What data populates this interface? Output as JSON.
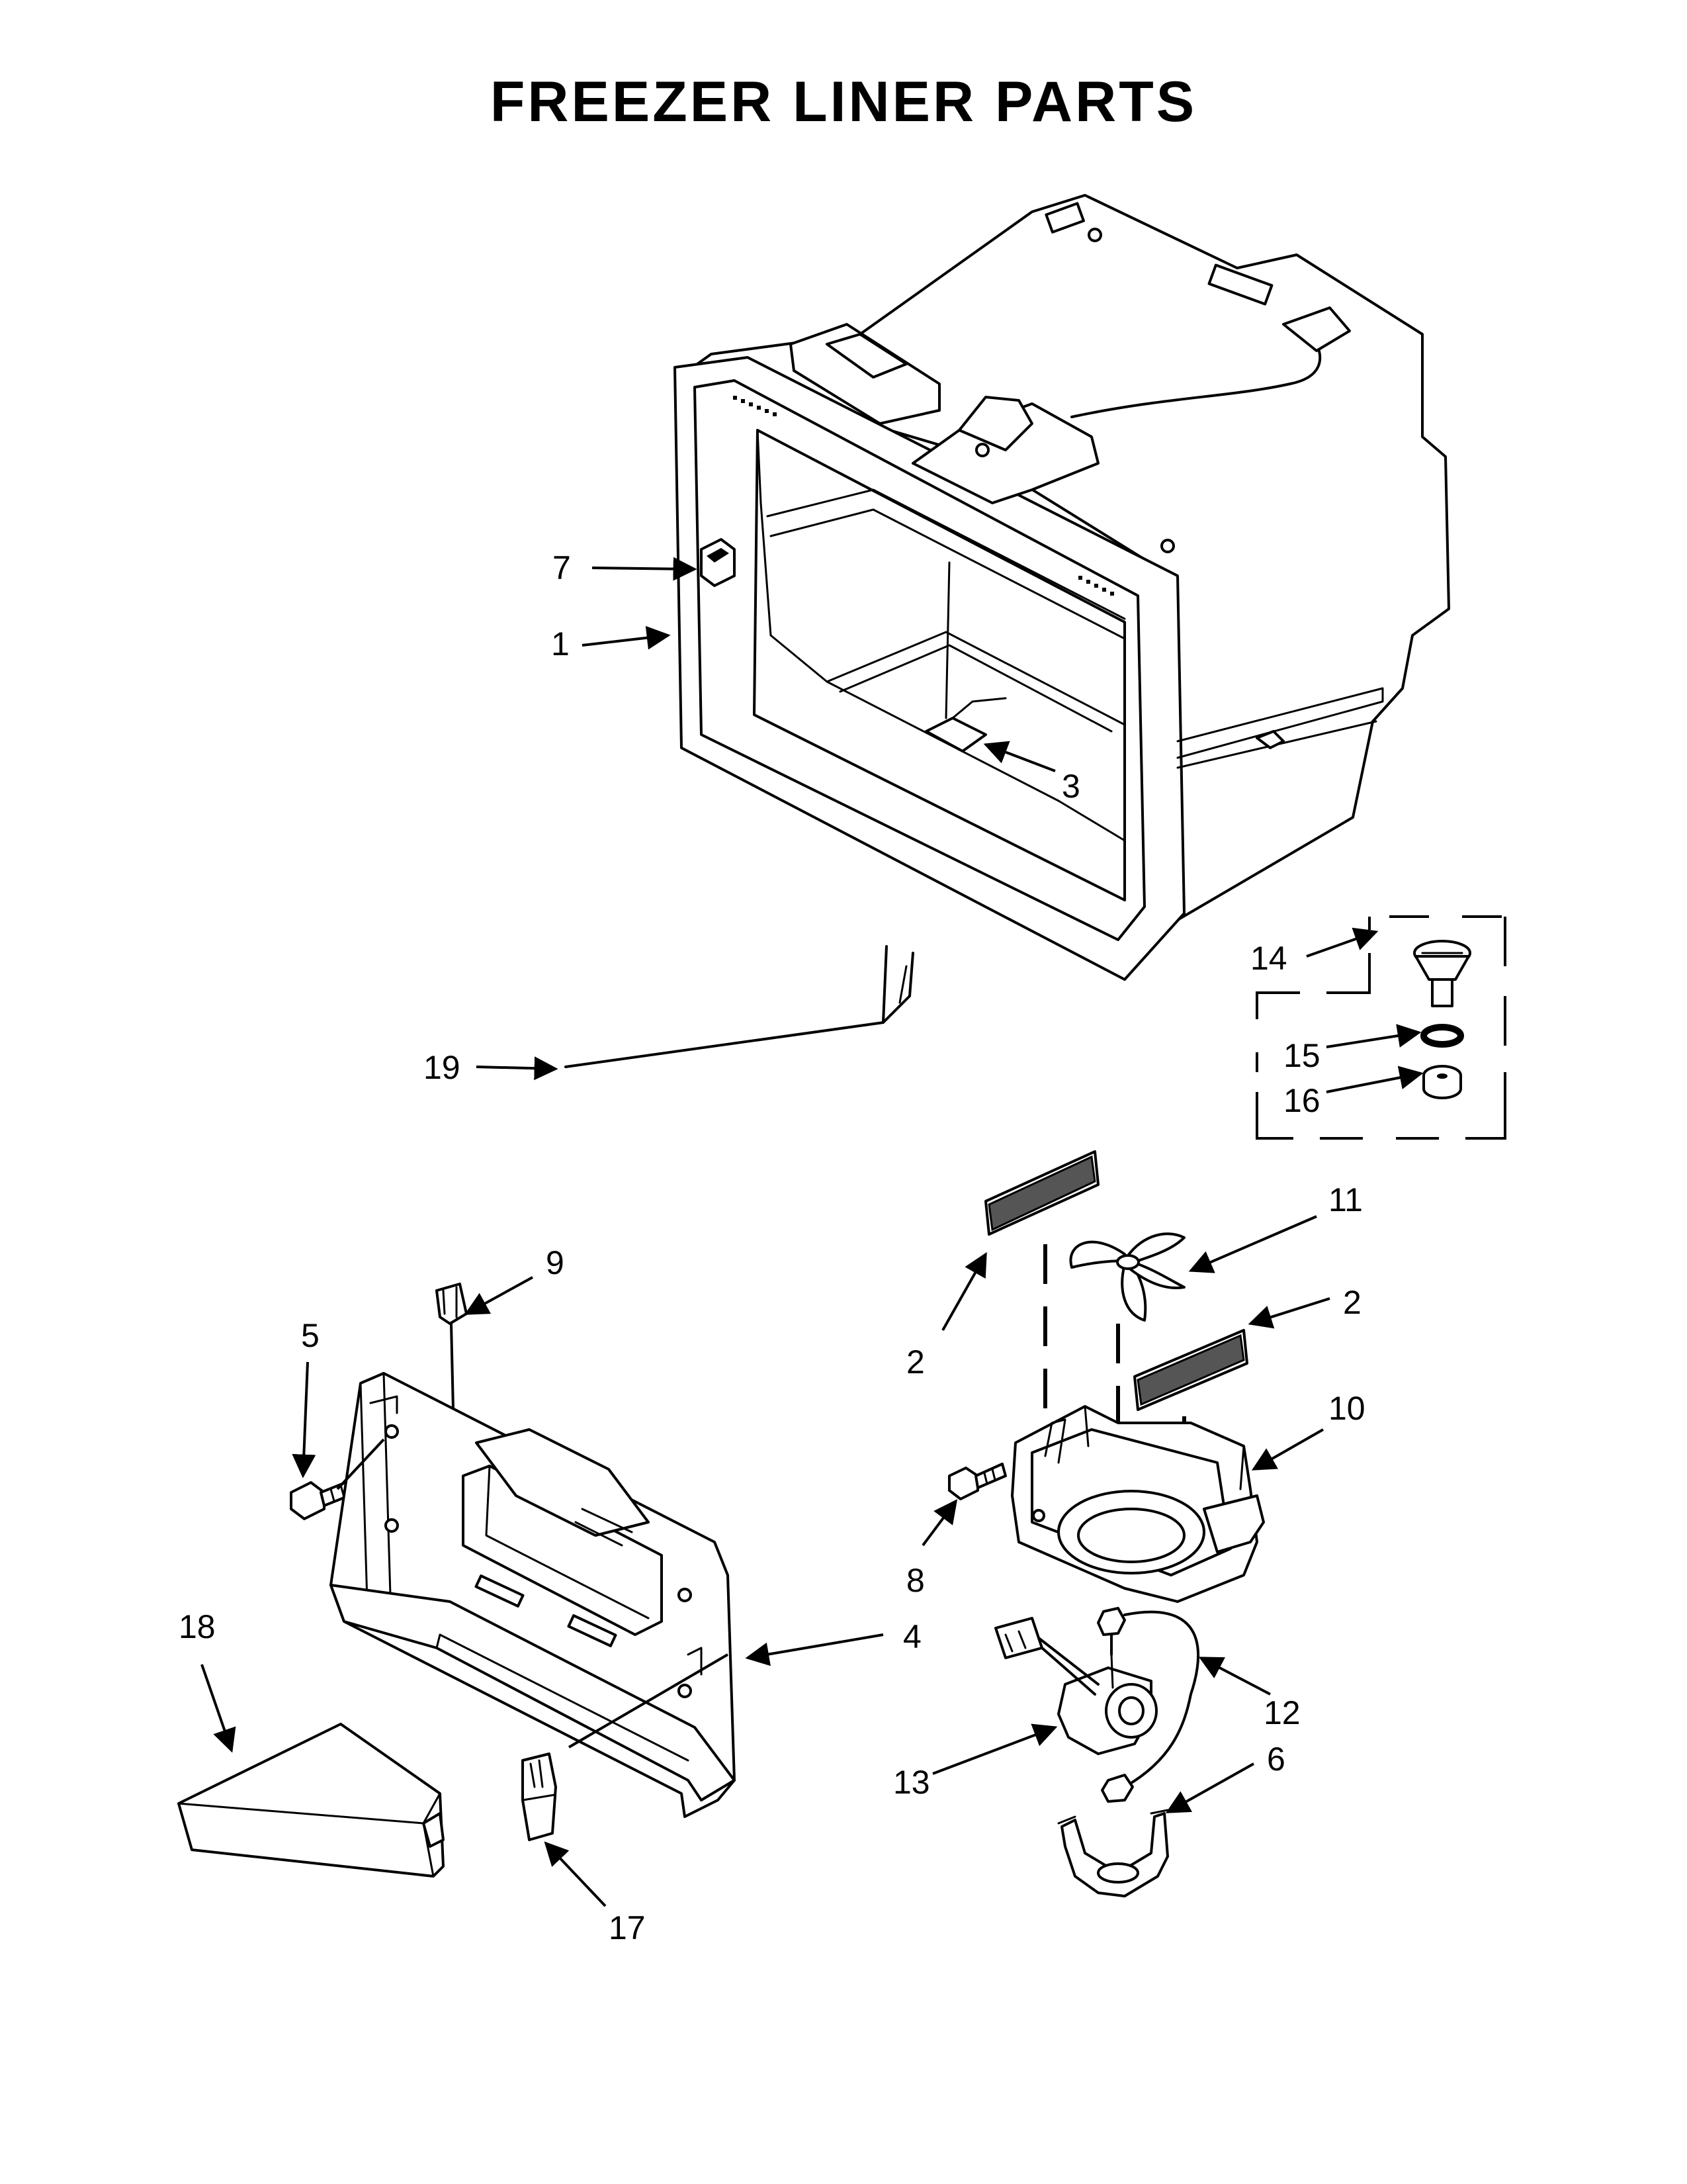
{
  "title": "FREEZER LINER PARTS",
  "callouts": [
    {
      "id": "c7",
      "text": "7"
    },
    {
      "id": "c1",
      "text": "1"
    },
    {
      "id": "c3",
      "text": "3"
    },
    {
      "id": "c14",
      "text": "14"
    },
    {
      "id": "c15",
      "text": "15"
    },
    {
      "id": "c16",
      "text": "16"
    },
    {
      "id": "c19",
      "text": "19"
    },
    {
      "id": "c9",
      "text": "9"
    },
    {
      "id": "c5",
      "text": "5"
    },
    {
      "id": "c11",
      "text": "11"
    },
    {
      "id": "c2a",
      "text": "2"
    },
    {
      "id": "c2b",
      "text": "2"
    },
    {
      "id": "c10",
      "text": "10"
    },
    {
      "id": "c8",
      "text": "8"
    },
    {
      "id": "c4",
      "text": "4"
    },
    {
      "id": "c18",
      "text": "18"
    },
    {
      "id": "c12",
      "text": "12"
    },
    {
      "id": "c13",
      "text": "13"
    },
    {
      "id": "c6",
      "text": "6"
    },
    {
      "id": "c17",
      "text": "17"
    }
  ]
}
